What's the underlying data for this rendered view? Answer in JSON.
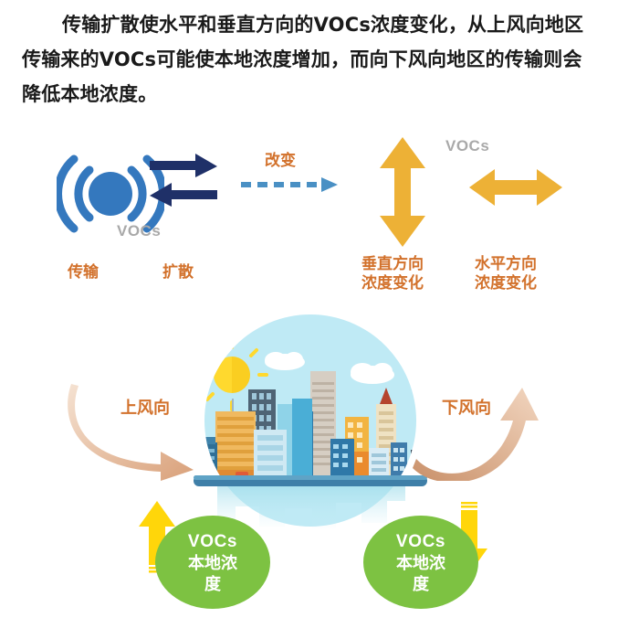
{
  "heading": {
    "text": "传输扩散使水平和垂直方向的VOCs浓度变化，从上风向地区传输来的VOCs可能使本地浓度增加，而向下风向地区的传输则会降低本地浓度。"
  },
  "process_row": {
    "vocs_label_left": "VOCs",
    "vocs_label_right": "VOCs",
    "transport_label": "传输",
    "diffusion_label": "扩散",
    "change_label": "改变",
    "vertical_label_line1": "垂直方向",
    "vertical_label_line2": "浓度变化",
    "horizontal_label_line1": "水平方向",
    "horizontal_label_line2": "浓度变化"
  },
  "wind": {
    "upwind_label": "上风向",
    "downwind_label": "下风向"
  },
  "bubbles": [
    {
      "en": "VOCs",
      "cn_line1": "本地浓",
      "cn_line2": "度",
      "arrow": "up"
    },
    {
      "en": "VOCs",
      "cn_line1": "本地浓",
      "cn_line2": "度",
      "arrow": "down"
    }
  ],
  "colors": {
    "orange_text": "#d2712b",
    "amber_arrow": "#edb136",
    "navy_arrow": "#1f3068",
    "signal_blue": "#3478be",
    "dashed_blue": "#4a90c4",
    "gray_vocs": "#a9a9a9",
    "bubble_green": "#7dc242",
    "yellow_arrow": "#ffd60a",
    "wind_arrow_tan": "#e3b893",
    "sky_blue": "#bfeaf5",
    "platform_blue": "#3f7fa8"
  }
}
